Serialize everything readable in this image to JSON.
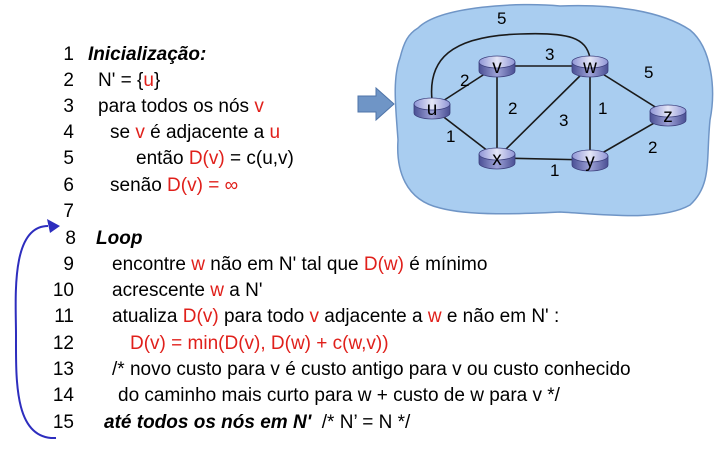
{
  "graph": {
    "nodes": [
      "u",
      "v",
      "w",
      "x",
      "y",
      "z"
    ],
    "edges": [
      {
        "from": "u",
        "to": "v",
        "cost": "2"
      },
      {
        "from": "u",
        "to": "x",
        "cost": "1"
      },
      {
        "from": "u",
        "to": "w",
        "cost": "5"
      },
      {
        "from": "v",
        "to": "w",
        "cost": "3"
      },
      {
        "from": "v",
        "to": "x",
        "cost": "2"
      },
      {
        "from": "x",
        "to": "w",
        "cost": "3"
      },
      {
        "from": "x",
        "to": "y",
        "cost": "1"
      },
      {
        "from": "w",
        "to": "y",
        "cost": "1"
      },
      {
        "from": "w",
        "to": "z",
        "cost": "5"
      },
      {
        "from": "y",
        "to": "z",
        "cost": "2"
      }
    ],
    "colors": {
      "cloud": "#a9cdf0",
      "router_top": "#b3b8e4",
      "router_side": "#5a5fa3",
      "arrow": "#6f95c6",
      "loop_arrow": "#2d2dbe",
      "highlight": "#e0201b"
    }
  },
  "code": {
    "lines": [
      {
        "num": "1",
        "parts": [
          {
            "t": "Inicialização:",
            "s": "bi"
          }
        ]
      },
      {
        "num": "2",
        "parts": [
          {
            "t": "N' = {"
          },
          {
            "t": "u",
            "s": "red"
          },
          {
            "t": "}"
          }
        ]
      },
      {
        "num": "3",
        "parts": [
          {
            "t": "para todos os nós "
          },
          {
            "t": "v",
            "s": "red"
          }
        ]
      },
      {
        "num": "4",
        "parts": [
          {
            "t": "se "
          },
          {
            "t": "v",
            "s": "red"
          },
          {
            "t": " é adjacente a "
          },
          {
            "t": "u",
            "s": "red"
          }
        ]
      },
      {
        "num": "5",
        "parts": [
          {
            "t": "então "
          },
          {
            "t": "D(v)",
            "s": "red"
          },
          {
            "t": " = c(u,v)"
          }
        ]
      },
      {
        "num": "6",
        "parts": [
          {
            "t": "senão "
          },
          {
            "t": "D(v) = ∞",
            "s": "red"
          }
        ]
      },
      {
        "num": "7",
        "parts": []
      },
      {
        "num": "8",
        "parts": [
          {
            "t": "Loop",
            "s": "bi"
          }
        ]
      },
      {
        "num": "9",
        "parts": [
          {
            "t": "encontre "
          },
          {
            "t": "w",
            "s": "red"
          },
          {
            "t": " não em N' tal que "
          },
          {
            "t": "D(w)",
            "s": "red"
          },
          {
            "t": " é mínimo"
          }
        ]
      },
      {
        "num": "10",
        "parts": [
          {
            "t": "acrescente "
          },
          {
            "t": "w",
            "s": "red"
          },
          {
            "t": " a N'"
          }
        ]
      },
      {
        "num": "11",
        "parts": [
          {
            "t": "atualiza "
          },
          {
            "t": "D(v)",
            "s": "red"
          },
          {
            "t": " para todo "
          },
          {
            "t": "v",
            "s": "red"
          },
          {
            "t": " adjacente a "
          },
          {
            "t": "w",
            "s": "red"
          },
          {
            "t": " e não em N' :"
          }
        ]
      },
      {
        "num": "12",
        "parts": [
          {
            "t": "D(v) = min(D(v), D(w) + c(w,v))",
            "s": "red"
          }
        ]
      },
      {
        "num": "13",
        "parts": [
          {
            "t": "/* novo custo para v é custo antigo para v ou custo conhecido"
          }
        ]
      },
      {
        "num": "14",
        "parts": [
          {
            "t": "do caminho mais curto para w + custo de w para v */"
          }
        ]
      },
      {
        "num": "15",
        "parts": [
          {
            "t": "até todos os nós em N'",
            "s": "bi"
          },
          {
            "t": "  /* N’ = N */"
          }
        ]
      }
    ]
  }
}
